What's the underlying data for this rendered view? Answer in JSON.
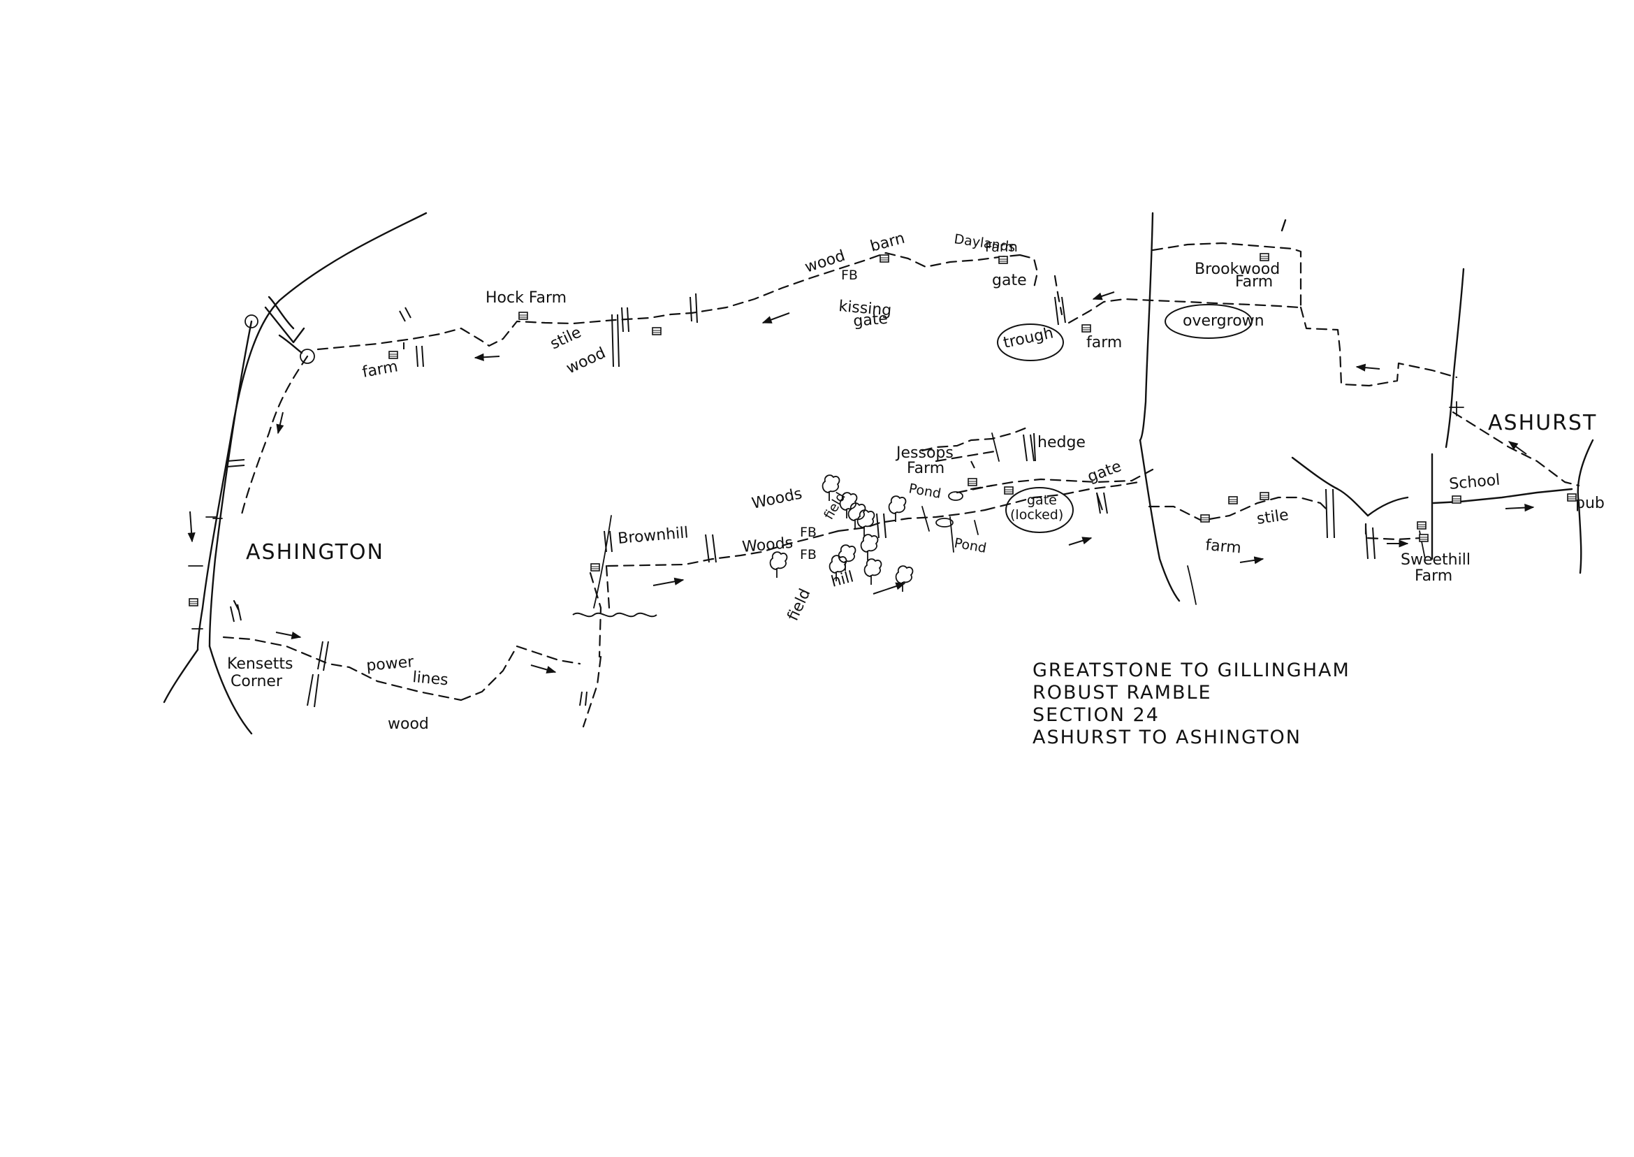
{
  "title_block": {
    "line1": "GREATSTONE TO GILLINGHAM",
    "line2": "ROBUST RAMBLE",
    "line3": "SECTION 24",
    "line4": "ASHURST TO ASHINGTON"
  },
  "places": {
    "ashington": "ASHINGTON",
    "ashurst": "ASHURST"
  },
  "labels": {
    "hock_farm": "Hock Farm",
    "farm_nw": "farm",
    "stile_1": "stile",
    "wood_1": "wood",
    "wood_barn": "wood",
    "barn": "barn",
    "fb_1": "FB",
    "kissing": "kissing",
    "kissing_gate": "gate",
    "daylands": "Daylands",
    "daylands_farm": "Farm",
    "gate_1": "gate",
    "trough": "trough",
    "farm_mid": "farm",
    "brookwood": "Brookwood",
    "brookwood_farm": "Farm",
    "overgrown": "overgrown",
    "jessops": "Jessops",
    "jessops_farm": "Farm",
    "hedge": "hedge",
    "pond_1": "Pond",
    "pond_2": "Pond",
    "gate_locked_1": "gate",
    "gate_locked_2": "(locked)",
    "gate_2": "gate",
    "brownhill": "Brownhill",
    "woods_1": "Woods",
    "woods_2": "Woods",
    "field_1": "field",
    "field_2": "field",
    "fb_2": "FB",
    "fb_3": "FB",
    "hill": "hill",
    "farm_south": "farm",
    "stile_2": "stile",
    "school": "School",
    "pub": "pub",
    "sweethill": "Sweethill",
    "sweethill_farm": "Farm",
    "kensetts": "Kensetts",
    "corner": "Corner",
    "power": "power",
    "lines": "lines",
    "wood_south": "wood"
  }
}
